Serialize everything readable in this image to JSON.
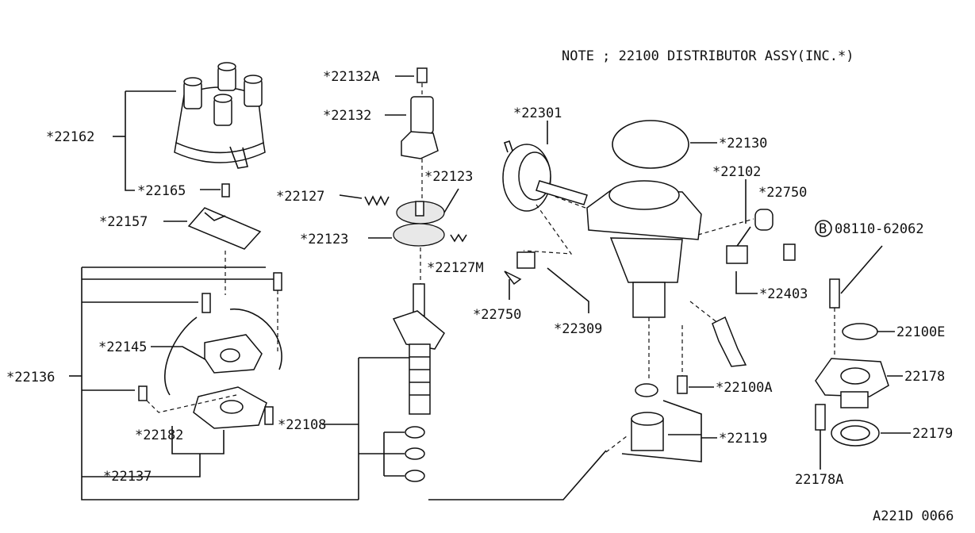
{
  "note": "NOTE ; 22100  DISTRIBUTOR ASSY(INC.*)",
  "figure_code": "A221D 0066",
  "parts": {
    "p22162": "*22162",
    "p22165": "*22165",
    "p22157": "*22157",
    "p22136": "*22136",
    "p22145": "*22145",
    "p22182": "*22182",
    "p22137": "*22137",
    "p22132A": "*22132A",
    "p22132": "*22132",
    "p22127": "*22127",
    "p22123a": "*22123",
    "p22123b": "*22123",
    "p22127M": "*22127M",
    "p22108": "*22108",
    "p22301": "*22301",
    "p22750a": "*22750",
    "p22309": "*22309",
    "p22130": "*22130",
    "p22102": "*22102",
    "p22750b": "*22750",
    "p22403": "*22403",
    "p22100A": "*22100A",
    "p22119": "*22119",
    "bolt_code": "08110-62062",
    "bolt_marker": "B",
    "p22100E": "22100E",
    "p22178": "22178",
    "p22179": "22179",
    "p22178A": "22178A"
  }
}
